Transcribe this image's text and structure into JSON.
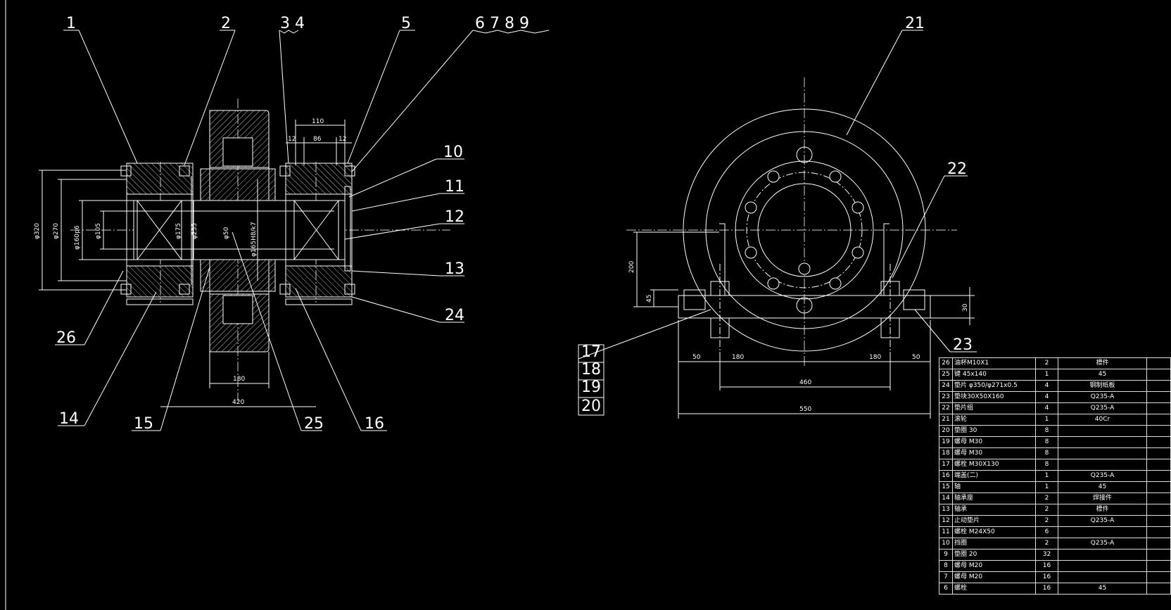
{
  "balloons": {
    "b1": "1",
    "b2": "2",
    "b34": "3 4",
    "b5": "5",
    "b6789": "6 7 8 9",
    "b10": "10",
    "b11": "11",
    "b12": "12",
    "b13": "13",
    "b24": "24",
    "b26": "26",
    "b14": "14",
    "b15": "15",
    "b25": "25",
    "b16": "16",
    "b21": "21",
    "b22": "22",
    "b23": "23",
    "b17": "17",
    "b18": "18",
    "b19": "19",
    "b20": "20"
  },
  "dimensions": {
    "d110": "110",
    "d12a": "12",
    "d86": "86",
    "d12b": "12",
    "d320": "φ320",
    "d270": "φ270",
    "d160": "φ160p6",
    "d105": "φ105",
    "d175": "φ175",
    "d235": "φ235",
    "d50": "φ50",
    "d165": "φ165H8/k7",
    "d180w": "180",
    "d420": "420",
    "d200": "200",
    "d45": "45",
    "d30": "30",
    "d50a": "50",
    "d180a": "180",
    "d180b": "180",
    "d50b": "50",
    "d460": "460",
    "d550": "550"
  },
  "bom": [
    {
      "no": "26",
      "name": "油杯M10X1",
      "qty": "2",
      "material": "標件"
    },
    {
      "no": "25",
      "name": "键 45x140",
      "qty": "1",
      "material": "45"
    },
    {
      "no": "24",
      "name": "垫片 φ350/φ271x0.5",
      "qty": "4",
      "material": "钢制纸板"
    },
    {
      "no": "23",
      "name": "垫块30X50X160",
      "qty": "4",
      "material": "Q235-A"
    },
    {
      "no": "22",
      "name": "垫片组",
      "qty": "4",
      "material": "Q235-A"
    },
    {
      "no": "21",
      "name": "滚轮",
      "qty": "1",
      "material": "40Cr"
    },
    {
      "no": "20",
      "name": "垫圈 30",
      "qty": "8",
      "material": ""
    },
    {
      "no": "19",
      "name": "螺母 M30",
      "qty": "8",
      "material": ""
    },
    {
      "no": "18",
      "name": "螺母 M30",
      "qty": "8",
      "material": ""
    },
    {
      "no": "17",
      "name": "螺栓 M30X130",
      "qty": "8",
      "material": ""
    },
    {
      "no": "16",
      "name": "端盖(二)",
      "qty": "1",
      "material": "Q235-A"
    },
    {
      "no": "15",
      "name": "轴",
      "qty": "1",
      "material": "45"
    },
    {
      "no": "14",
      "name": "轴承座",
      "qty": "2",
      "material": "焊接件"
    },
    {
      "no": "13",
      "name": "轴承",
      "qty": "2",
      "material": "標件"
    },
    {
      "no": "12",
      "name": "止动垫片",
      "qty": "2",
      "material": "Q235-A"
    },
    {
      "no": "11",
      "name": "螺栓 M24X50",
      "qty": "6",
      "material": ""
    },
    {
      "no": "10",
      "name": "挡圈",
      "qty": "2",
      "material": "Q235-A"
    },
    {
      "no": "9",
      "name": "垫圈 20",
      "qty": "32",
      "material": ""
    },
    {
      "no": "8",
      "name": "螺母 M20",
      "qty": "16",
      "material": ""
    },
    {
      "no": "7",
      "name": "螺母 M20",
      "qty": "16",
      "material": ""
    },
    {
      "no": "6",
      "name": "螺栓",
      "qty": "16",
      "material": "45"
    }
  ]
}
